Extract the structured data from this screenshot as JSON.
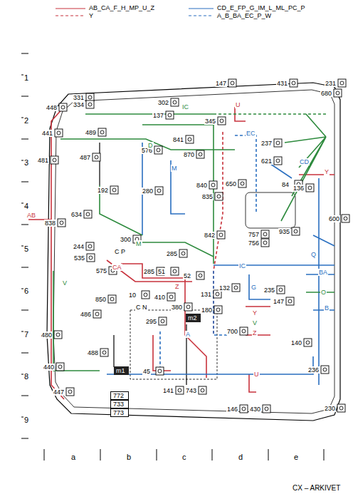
{
  "diagram": {
    "nodes": [
      {
        "text": [
          "m1"
        ]
      },
      {
        "text": [
          "m2"
        ]
      },
      {
        "text": [
          "772"
        ]
      },
      {
        "text": [
          "733"
        ]
      },
      {
        "text": [
          "773"
        ]
      }
    ],
    "labels": [
      "1",
      "2",
      "3",
      "4",
      "5",
      "6",
      "7",
      "8",
      "9",
      "a",
      "b",
      "c",
      "d",
      "e",
      "331",
      "334",
      "302",
      "448",
      "441",
      "481",
      "489",
      "487",
      "147",
      "431",
      "231",
      "680",
      "137",
      "345",
      "237",
      "841",
      "576",
      "870",
      "621",
      "84",
      "136",
      "192",
      "280",
      "840",
      "650",
      "835",
      "634",
      "838",
      "600",
      "842",
      "757",
      "756",
      "935",
      "300",
      "244",
      "535",
      "285",
      "575",
      "285",
      "51",
      "52",
      "235",
      "147",
      "131",
      "132",
      "180",
      "10",
      "850",
      "410",
      "380",
      "486",
      "295",
      "700",
      "480",
      "440",
      "488",
      "140",
      "236",
      "447",
      "45",
      "141",
      "743",
      "146",
      "430",
      "230",
      "IC",
      "D",
      "M",
      "EC",
      "CD",
      "Y",
      "U",
      "AB",
      "Q",
      "BA",
      "O",
      "B",
      "IC",
      "G",
      "M",
      "V",
      "CA",
      "C P",
      "C N",
      "Z",
      "Y",
      "V",
      "Z",
      "A",
      "U",
      "CX – ARKIVET"
    ],
    "legend": [
      {
        "text": "AB_CA_F_H_MP_U_Z"
      },
      {
        "text": "Y"
      },
      {
        "text": "CD_E_FP_G_IM_L_ML_PC_P"
      },
      {
        "text": "A_B_BA_EC_P_W"
      }
    ]
  }
}
